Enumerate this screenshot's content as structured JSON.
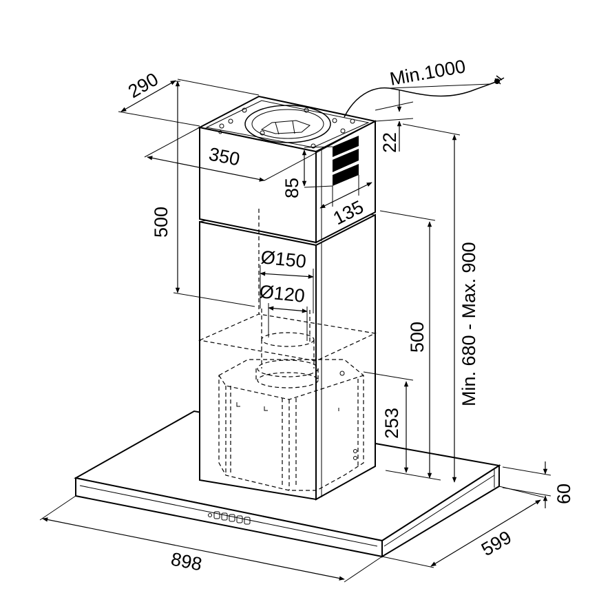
{
  "dimensions": {
    "depth_top": "290",
    "width_top": "350",
    "chimney_upper_height": "500",
    "vent_height": "85",
    "vent_width": "135",
    "top_offset": "22",
    "cable_length": "Min.1000",
    "outlet_diameter_large": "Ø150",
    "outlet_diameter_small": "Ø120",
    "chimney_lower_height": "500",
    "motor_height": "253",
    "total_height": "Min. 680 - Max. 900",
    "canopy_height": "60",
    "canopy_depth": "599",
    "canopy_width": "898"
  },
  "icons": {
    "plug": "plug-icon",
    "control_panel": "control-buttons-icon"
  }
}
